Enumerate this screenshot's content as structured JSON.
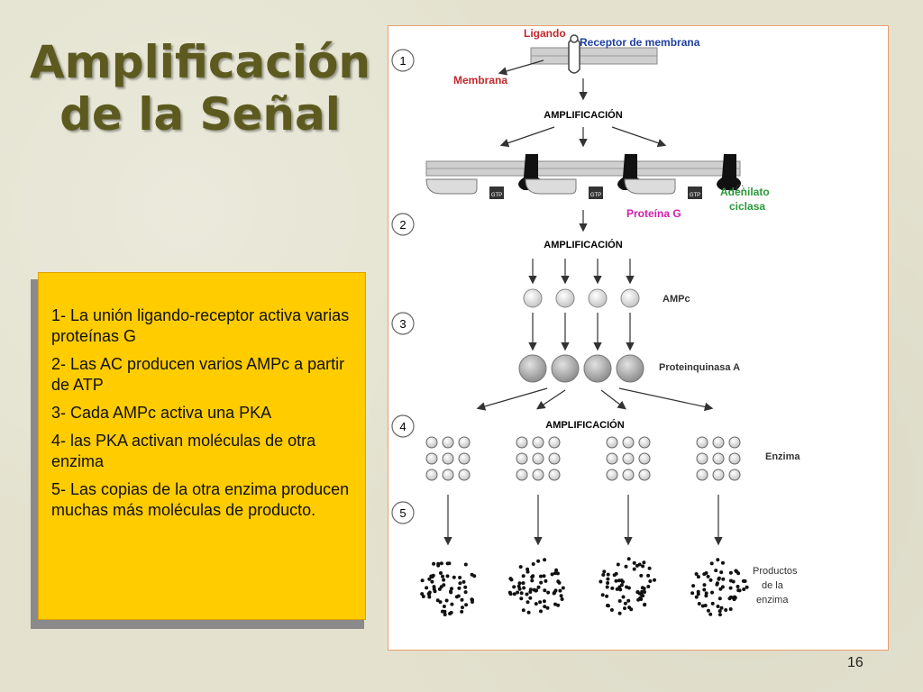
{
  "slide": {
    "title_line1": "Amplificación",
    "title_line2": "de la Señal",
    "page_number": "16"
  },
  "textbox": {
    "items": [
      "1- La unión ligando-receptor activa varias proteínas G",
      "2- Las AC producen varios AMPc a partir de ATP",
      "3- Cada AMPc activa una PKA",
      "4- las PKA activan moléculas de otra enzima",
      "5- Las copias de la otra enzima producen muchas más moléculas de producto."
    ]
  },
  "diagram": {
    "labels": {
      "ligando": "Ligando",
      "receptor": "Receptor de membrana",
      "membrana": "Membrana",
      "amplificacion": "AMPLIFICACIÓN",
      "adenilato_line1": "Adenilato",
      "adenilato_line2": "ciclasa",
      "proteina_g": "Proteína G",
      "ampc": "AMPc",
      "proteinquinasa": "Proteinquinasa A",
      "enzima": "Enzima",
      "productos_line1": "Productos",
      "productos_line2": "de la",
      "productos_line3": "enzima",
      "gtp": "GTP"
    },
    "steps": [
      "1",
      "2",
      "3",
      "4",
      "5"
    ],
    "colors": {
      "red_label": "#c0282c",
      "blue_label": "#1f3fa0",
      "green_label": "#2a9a3a",
      "magenta_label": "#d020b0"
    }
  }
}
